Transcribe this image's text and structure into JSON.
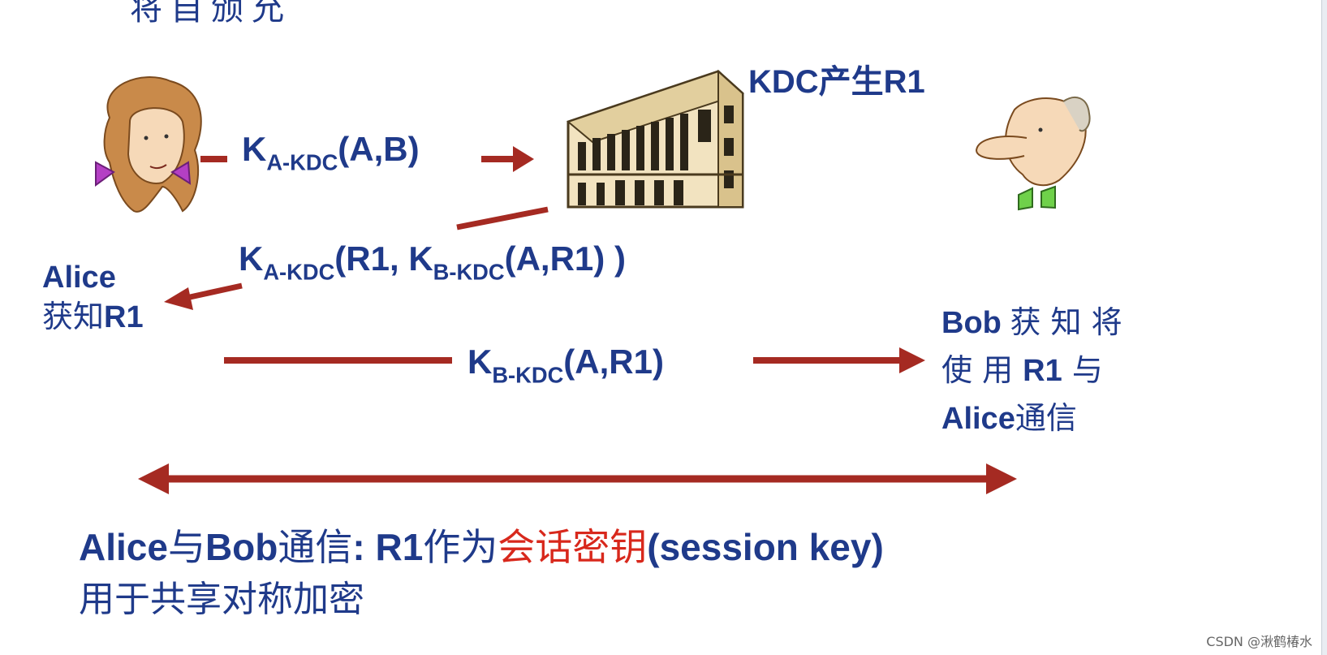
{
  "top_fragment": "将自颁允",
  "kdc": {
    "label": "KDC产生R1"
  },
  "msg1": {
    "k": "K",
    "sub": "A-KDC",
    "rest": "(A,B)"
  },
  "msg2": {
    "k": "K",
    "sub": "A-KDC",
    "rest1": "(R1, ",
    "k2": "K",
    "sub2": "B-KDC",
    "rest2": "(A,R1) )"
  },
  "msg3": {
    "k": "K",
    "sub": "B-KDC",
    "rest": "(A,R1)"
  },
  "alice": {
    "name": "Alice",
    "learn": "获知",
    "r1": "R1"
  },
  "bob": {
    "line1_name": "Bob",
    "line1_cn": "获 知 将",
    "line2_cn1": "使 用 ",
    "line2_r1": "R1",
    "line2_cn2": " 与",
    "line3_name": "Alice",
    "line3_cn": "通信"
  },
  "bottom": {
    "p1": "Alice",
    "p2": "与",
    "p3": "Bob",
    "p4": "通信",
    "p5": ": R1",
    "p6": "作为",
    "red": "会话密钥",
    "p7": "(session key)",
    "line2": "用于共享对称加密"
  },
  "watermark": "CSDN @湫鹤椿水",
  "colors": {
    "text_blue": "#1f3a8a",
    "arrow_red": "#a52a22",
    "highlight_red": "#d8281c"
  }
}
